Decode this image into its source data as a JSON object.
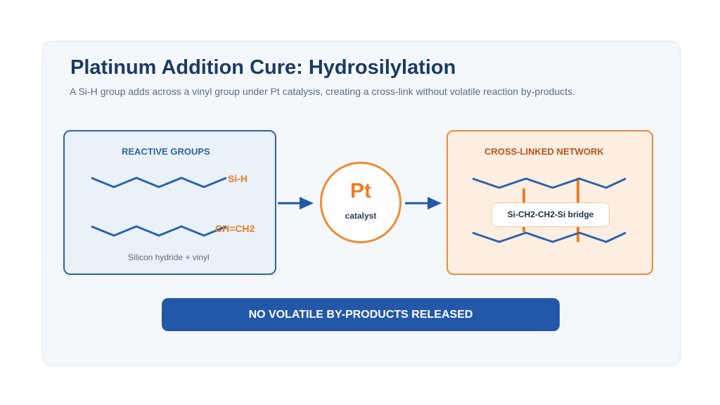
{
  "title": "Platinum Addition Cure: Hydrosilylation",
  "subtitle": "A Si-H group adds across a vinyl group under Pt catalysis, creating a cross-link without volatile reaction by-products.",
  "reactants": {
    "heading": "REACTIVE GROUPS",
    "group_1": "Si-H",
    "group_2": "CH=CH2",
    "caption": "Silicon hydride + vinyl"
  },
  "catalyst": {
    "symbol": "Pt",
    "label": "catalyst"
  },
  "product": {
    "heading": "CROSS-LINKED NETWORK",
    "bridge": "Si-CH2-CH2-Si bridge"
  },
  "banner": "NO VOLATILE BY-PRODUCTS RELEASED",
  "colors": {
    "blue": "#2f63a8",
    "orange": "#ee7d22",
    "banner": "#2358a8"
  }
}
